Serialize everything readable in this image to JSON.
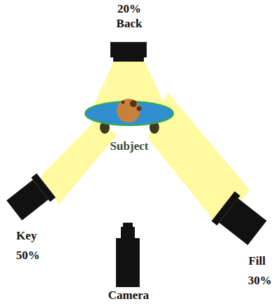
{
  "diagram": {
    "labels": [
      "20%",
      "Back",
      "Subject",
      "Key",
      "50%",
      "Fill",
      "30%",
      "Camera"
    ]
  }
}
